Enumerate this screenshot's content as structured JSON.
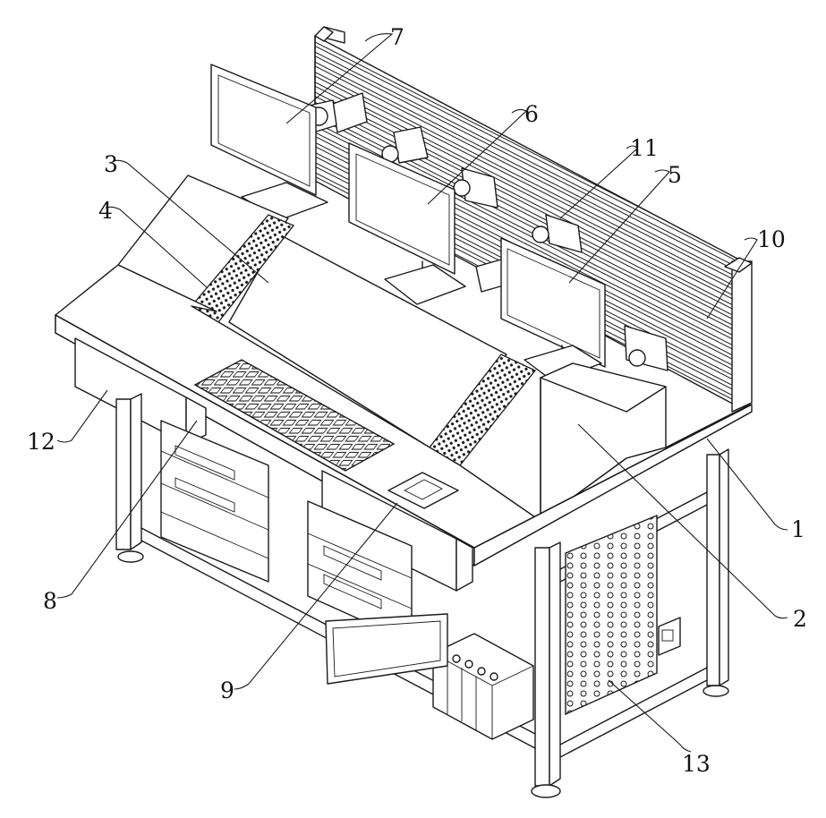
{
  "figure": {
    "labels": [
      {
        "id": "label-1",
        "text": "1"
      },
      {
        "id": "label-2",
        "text": "2"
      },
      {
        "id": "label-3",
        "text": "3"
      },
      {
        "id": "label-4",
        "text": "4"
      },
      {
        "id": "label-5",
        "text": "5"
      },
      {
        "id": "label-6",
        "text": "6"
      },
      {
        "id": "label-7",
        "text": "7"
      },
      {
        "id": "label-8",
        "text": "8"
      },
      {
        "id": "label-9",
        "text": "9"
      },
      {
        "id": "label-10",
        "text": "10"
      },
      {
        "id": "label-11",
        "text": "11"
      },
      {
        "id": "label-12",
        "text": "12"
      },
      {
        "id": "label-13",
        "text": "13"
      }
    ]
  }
}
